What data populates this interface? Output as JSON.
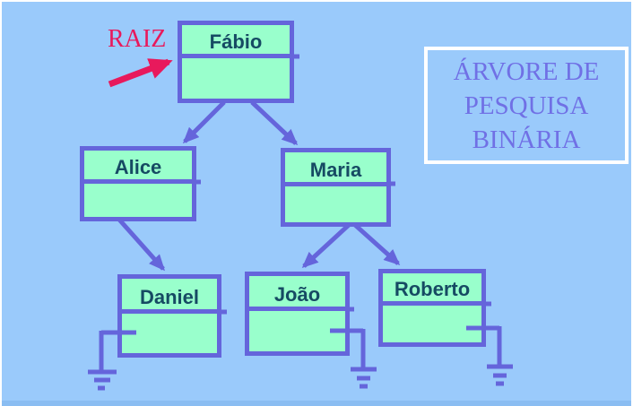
{
  "title_box": {
    "lines": [
      "ÁRVORE DE",
      "PESQUISA",
      "BINÁRIA"
    ],
    "full_text": "ÁRVORE DE PESQUISA BINÁRIA"
  },
  "root_pointer_label": "RAIZ",
  "tree": {
    "nodes": [
      {
        "id": "fabio",
        "label": "Fábio",
        "role": "root"
      },
      {
        "id": "alice",
        "label": "Alice",
        "role": "left child of Fábio"
      },
      {
        "id": "maria",
        "label": "Maria",
        "role": "right child of Fábio"
      },
      {
        "id": "daniel",
        "label": "Daniel",
        "role": "right child of Alice"
      },
      {
        "id": "joao",
        "label": "João",
        "role": "left child of Maria"
      },
      {
        "id": "roberto",
        "label": "Roberto",
        "role": "right child of Maria"
      }
    ],
    "edges": [
      {
        "from": "Fábio",
        "to": "Alice",
        "side": "left"
      },
      {
        "from": "Fábio",
        "to": "Maria",
        "side": "right"
      },
      {
        "from": "Alice",
        "to": "Daniel",
        "side": "right"
      },
      {
        "from": "Maria",
        "to": "João",
        "side": "left"
      },
      {
        "from": "Maria",
        "to": "Roberto",
        "side": "right"
      }
    ],
    "null_pointers": [
      {
        "node": "Daniel",
        "side": "left"
      },
      {
        "node": "João",
        "side": "right"
      },
      {
        "node": "Roberto",
        "side": "right"
      }
    ]
  },
  "colors": {
    "background": "#9ACAFB",
    "bottom_strip": "#8ABDF2",
    "page_border": "#FFFFFF",
    "node_fill": "#99FFCC",
    "node_outline": "#6565DB",
    "node_text": "#164A63",
    "title_text": "#7070E5",
    "title_border": "#FFFFFF",
    "raiz_accent": "#E8195C"
  }
}
